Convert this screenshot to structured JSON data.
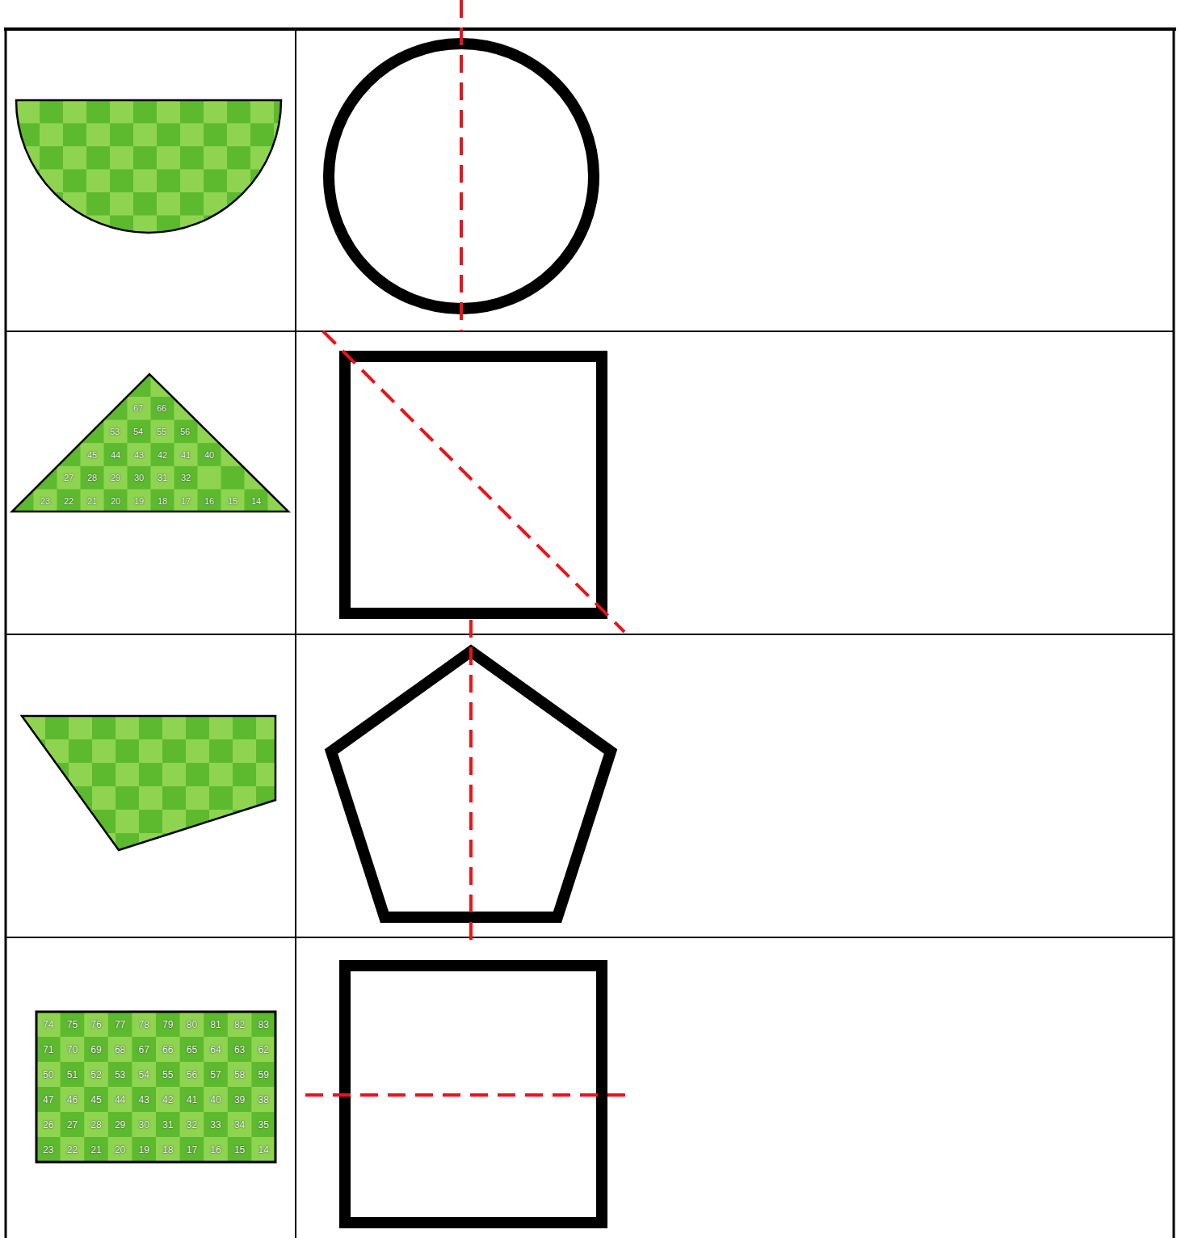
{
  "diagram": {
    "labels": [
      "67",
      "66",
      "53",
      "54",
      "55",
      "56",
      "45",
      "44",
      "43",
      "42",
      "41",
      "40",
      "27",
      "28",
      "29",
      "30",
      "31",
      "32",
      "23",
      "22",
      "21",
      "20",
      "19",
      "18",
      "17",
      "16",
      "15",
      "14",
      "74",
      "75",
      "76",
      "77",
      "78",
      "79",
      "80",
      "81",
      "82",
      "83",
      "71",
      "70",
      "69",
      "68",
      "67",
      "66",
      "65",
      "64",
      "63",
      "62",
      "50",
      "51",
      "52",
      "53",
      "54",
      "55",
      "56",
      "57",
      "58",
      "59",
      "47",
      "46",
      "45",
      "44",
      "43",
      "42",
      "41",
      "40",
      "39",
      "38",
      "26",
      "27",
      "28",
      "29",
      "30",
      "31",
      "32",
      "33",
      "34",
      "35",
      "23",
      "22",
      "21",
      "20",
      "19",
      "18",
      "17",
      "16",
      "15",
      "14"
    ]
  }
}
